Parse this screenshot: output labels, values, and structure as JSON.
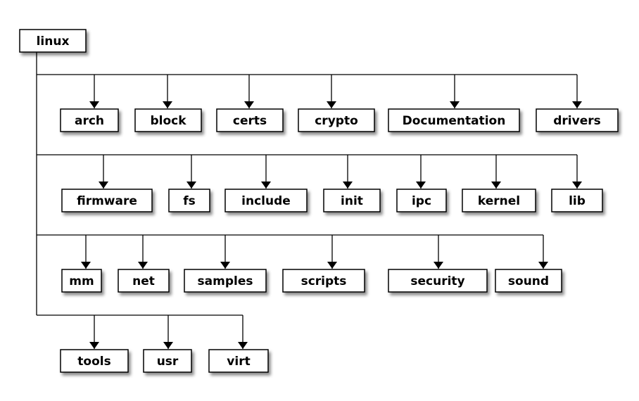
{
  "diagram": {
    "type": "directory-tree",
    "root": {
      "label": "linux"
    },
    "groups": [
      {
        "children": [
          "arch",
          "block",
          "certs",
          "crypto",
          "Documentation",
          "drivers"
        ]
      },
      {
        "children": [
          "firmware",
          "fs",
          "include",
          "init",
          "ipc",
          "kernel",
          "lib"
        ]
      },
      {
        "children": [
          "mm",
          "net",
          "samples",
          "scripts",
          "security",
          "sound"
        ]
      },
      {
        "children": [
          "tools",
          "usr",
          "virt"
        ]
      }
    ]
  }
}
